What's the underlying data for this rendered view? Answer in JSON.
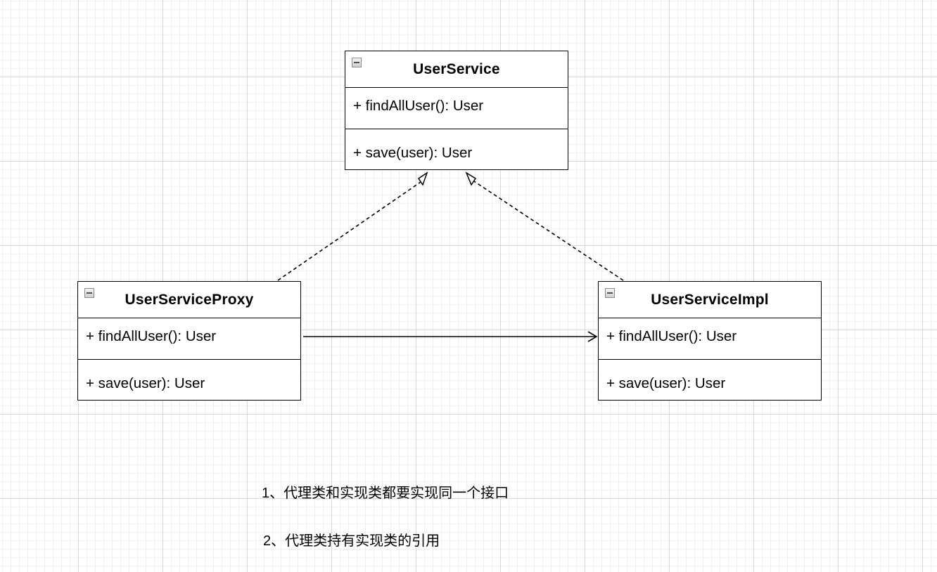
{
  "classes": {
    "user_service": {
      "name": "UserService",
      "methods": [
        "+ findAllUser(): User",
        "+ save(user): User"
      ]
    },
    "user_service_proxy": {
      "name": "UserServiceProxy",
      "methods": [
        "+ findAllUser(): User",
        "+ save(user): User"
      ]
    },
    "user_service_impl": {
      "name": "UserServiceImpl",
      "methods": [
        "+ findAllUser(): User",
        "+ save(user): User"
      ]
    }
  },
  "relations": [
    {
      "type": "realization",
      "from": "UserServiceProxy",
      "to": "UserService"
    },
    {
      "type": "realization",
      "from": "UserServiceImpl",
      "to": "UserService"
    },
    {
      "type": "association",
      "from": "UserServiceProxy",
      "to": "UserServiceImpl"
    }
  ],
  "notes": [
    "1、代理类和实现类都要实现同一个接口",
    "2、代理类持有实现类的引用"
  ]
}
